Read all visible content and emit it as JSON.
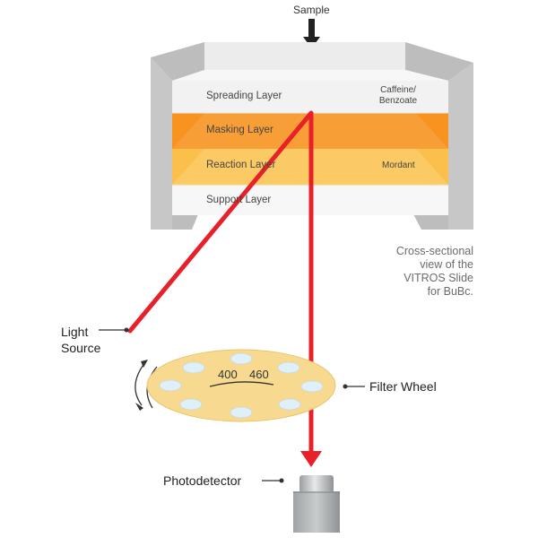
{
  "sample_label": "Sample",
  "layers": [
    {
      "name": "Spreading Layer",
      "side_note": "Caffeine/ Benzoate",
      "color": "#f2f2f2"
    },
    {
      "name": "Masking Layer",
      "side_note": "",
      "color": "#f7931e"
    },
    {
      "name": "Reaction Layer",
      "side_note": "Mordant",
      "color": "#fbc04b"
    },
    {
      "name": "Support Layer",
      "side_note": "",
      "color": "#f7f7f7"
    }
  ],
  "caption_lines": [
    "Cross-sectional",
    "view of the",
    "VITROS Slide",
    "for BuBc."
  ],
  "light_source_label": "Light Source",
  "filter_wheel_label": "Filter Wheel",
  "wavelength_labels": [
    "400",
    "460"
  ],
  "photodetector_label": "Photodetector",
  "colors": {
    "beam": "#e8202a",
    "frame": "#c4c4c4",
    "wheel": "#f7d98f",
    "filter_hole": "#dff0f8",
    "sensor_body": "#a9adaf"
  }
}
